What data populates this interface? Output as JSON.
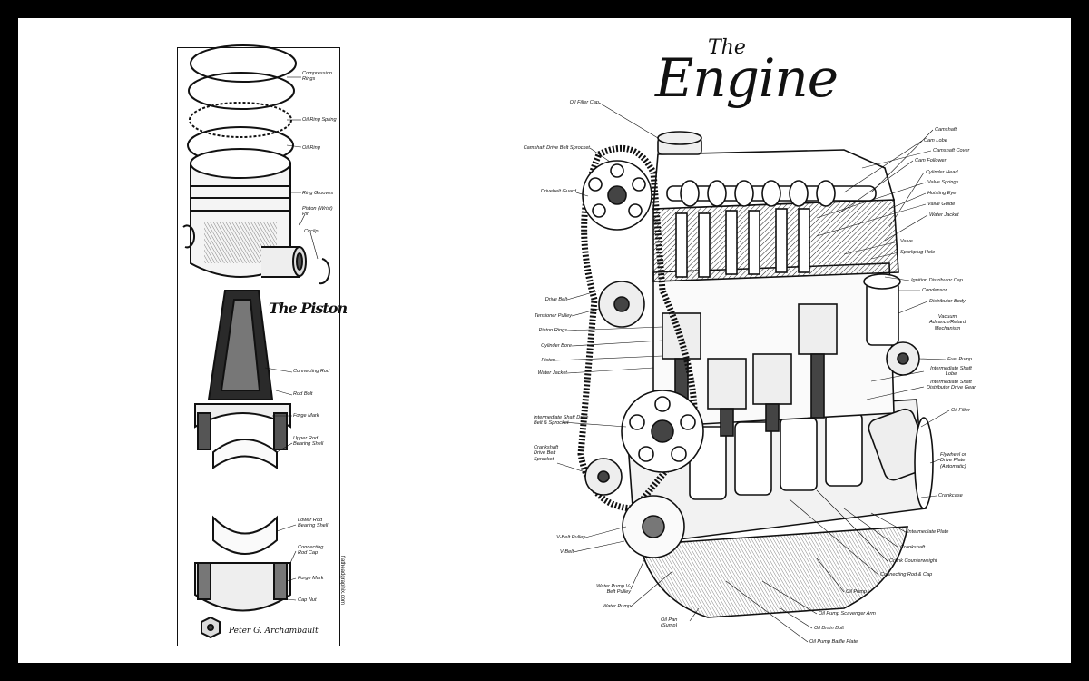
{
  "engine_title_small": "The",
  "engine_title": "Engine",
  "piston_title": "The Piston",
  "website": "flatheadgraphix.com",
  "signature": "Peter G. Archambault",
  "piston_labels": {
    "compression_rings": "Compression Rings",
    "oil_ring_spring": "Oil Ring Spring",
    "oil_ring": "Oil Ring",
    "ring_grooves": "Ring Grooves",
    "piston_pin": "Piston (Wrist) Pin",
    "circlip": "Circlip",
    "connecting_rod": "Connecting Rod",
    "rod_bolt": "Rod Bolt",
    "forge_mark_upper": "Forge Mark",
    "upper_bearing": "Upper Rod Bearing Shell",
    "lower_bearing": "Lower Rod Bearing Shell",
    "rod_cap": "Connecting Rod Cap",
    "forge_mark_lower": "Forge Mark",
    "cap_nut": "Cap Nut"
  },
  "engine_left_labels": {
    "oil_filler_cap": "Oil Filler Cap",
    "camshaft_sprocket": "Camshaft Drive Belt Sprocket",
    "drivebelt_guard": "Drivebelt Guard",
    "drive_belt": "Drive Belt",
    "tensioner_pulley": "Tensioner Pulley",
    "piston_rings": "Piston Rings",
    "cylinder_bore": "Cylinder Bore",
    "piston": "Piston",
    "water_jacket": "Water Jacket",
    "intermediate_sprocket": "Intermediate Shaft Drive Belt & Sprocket",
    "crankshaft_sprocket": "Crankshaft Drive Belt Sprocket",
    "vbelt_pulley": "V-Belt Pulley",
    "vbelt": "V-Belt",
    "water_pump_pulley": "Water Pump V-Belt Pulley",
    "water_pump": "Water Pump",
    "oil_pan": "Oil Pan (Sump)"
  },
  "engine_right_labels": {
    "camshaft": "Camshaft",
    "cam_lobe": "Cam Lobe",
    "camshaft_cover": "Camshaft Cover",
    "cam_follower": "Cam Follower",
    "cylinder_head": "Cylinder Head",
    "valve_springs": "Valve Springs",
    "hoisting_eye": "Hoisting Eye",
    "valve_guide": "Valve Guide",
    "water_jacket": "Water Jacket",
    "valve": "Valve",
    "sparkplug_hole": "Sparkplug Hole",
    "ignition_cap": "Ignition Distributor Cap",
    "condensor": "Condensor",
    "distributor_body": "Distributor Body",
    "vacuum_advance": "Vacuum Advance/Retard Mechanism",
    "fuel_pump": "Fuel Pump",
    "intermediate_lobe": "Intermediate Shaft Lobe",
    "intermediate_gear": "Intermediate Shaft Distributor Drive Gear",
    "oil_filter": "Oil Filter",
    "flywheel": "Flywheel or Drive Plate (Automatic)",
    "crankcase": "Crankcase",
    "intermediate_plate": "Intermediate Plate",
    "crankshaft": "Crankshaft",
    "crank_counterweight": "Crank Counterweight",
    "connecting_rod_cap": "Connecting Rod & Cap",
    "oil_pump": "Oil Pump",
    "oil_pump_scavenger": "Oil Pump Scavenger Arm",
    "oil_drain_bolt": "Oil Drain Bolt",
    "oil_pump_baffle": "Oil Pump Baffle Plate"
  }
}
